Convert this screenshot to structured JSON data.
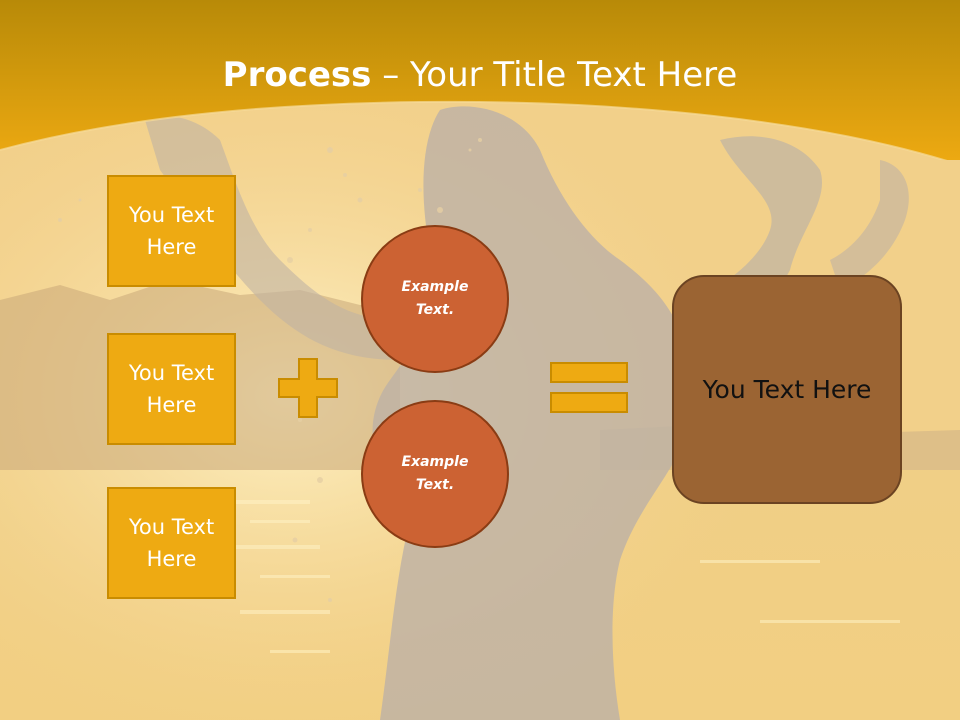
{
  "slide": {
    "title_bold": "Process",
    "title_separator": " – ",
    "title_rest": "Your Title Text Here"
  },
  "boxes": [
    {
      "text": "You Text Here"
    },
    {
      "text": "You Text Here"
    },
    {
      "text": "You Text Here"
    }
  ],
  "circles": [
    {
      "text": "Example Text."
    },
    {
      "text": "Example Text."
    }
  ],
  "result": {
    "text": "You Text Here"
  },
  "operators": {
    "plus_icon": "plus-icon",
    "equals_icon": "equals-icon"
  },
  "colors": {
    "header": "#eeaa12",
    "box_fill": "#eeaa12",
    "circle_fill": "#cc6233",
    "result_fill": "#9b6433"
  }
}
